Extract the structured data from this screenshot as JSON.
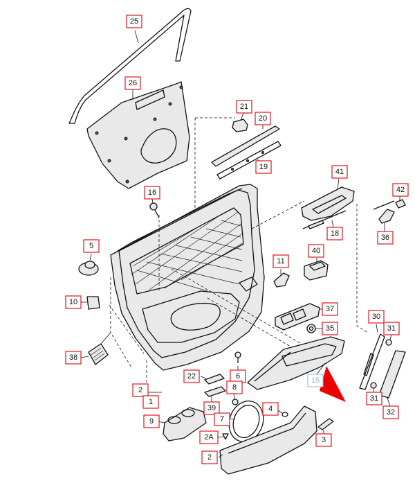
{
  "labels": {
    "p25": "25",
    "p26": "26",
    "p21": "21",
    "p20": "20",
    "p19": "19",
    "p16": "16",
    "p41": "41",
    "p42": "42",
    "p18": "18",
    "p36": "36",
    "p5": "5",
    "p40": "40",
    "p11": "11",
    "p10": "10",
    "p37": "37",
    "p35": "35",
    "p30": "30",
    "p31a": "31",
    "p38": "38",
    "p6": "6",
    "p22": "22",
    "p15": "15",
    "p2a": "2",
    "p1": "1",
    "p8": "8",
    "p39": "39",
    "p4": "4",
    "p9": "9",
    "p7": "7",
    "p2A": "2A",
    "p2b": "2",
    "p3": "3",
    "p31b": "31",
    "p32": "32"
  },
  "colors": {
    "label_border": "#e0151b",
    "highlight_label": "#9ab7cc",
    "pointer": "#ee0000"
  }
}
